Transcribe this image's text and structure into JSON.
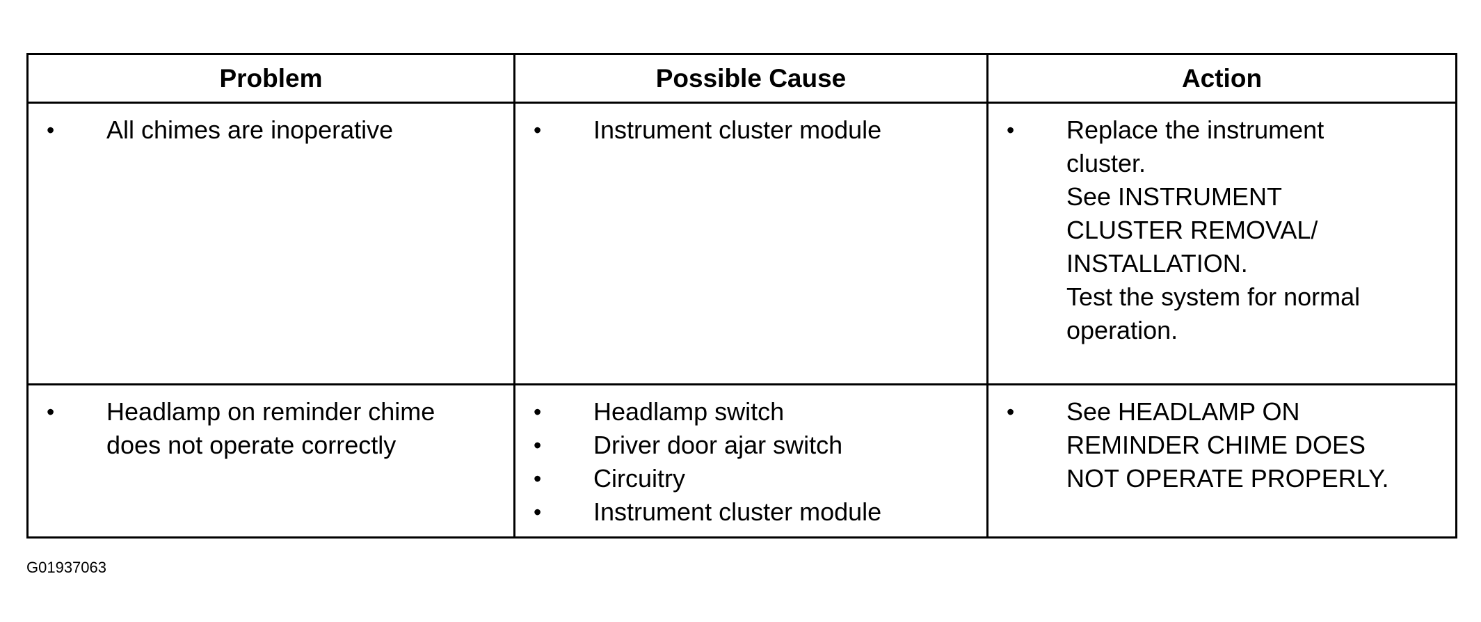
{
  "table": {
    "headers": [
      "Problem",
      "Possible Cause",
      "Action"
    ],
    "rows": [
      {
        "problem": [
          "All chimes are inoperative"
        ],
        "causes": [
          "Instrument cluster module"
        ],
        "action": [
          "Replace the instrument",
          "cluster.",
          "See INSTRUMENT",
          "CLUSTER REMOVAL/",
          "INSTALLATION.",
          "Test the system for normal",
          "operation."
        ]
      },
      {
        "problem": [
          "Headlamp on reminder chime",
          "does not operate correctly"
        ],
        "causes": [
          "Headlamp switch",
          "Driver door ajar switch",
          "Circuitry",
          "Instrument cluster module"
        ],
        "action": [
          "See HEADLAMP ON",
          "REMINDER CHIME DOES",
          "NOT OPERATE PROPERLY."
        ]
      }
    ]
  },
  "figure_id": "G01937063"
}
